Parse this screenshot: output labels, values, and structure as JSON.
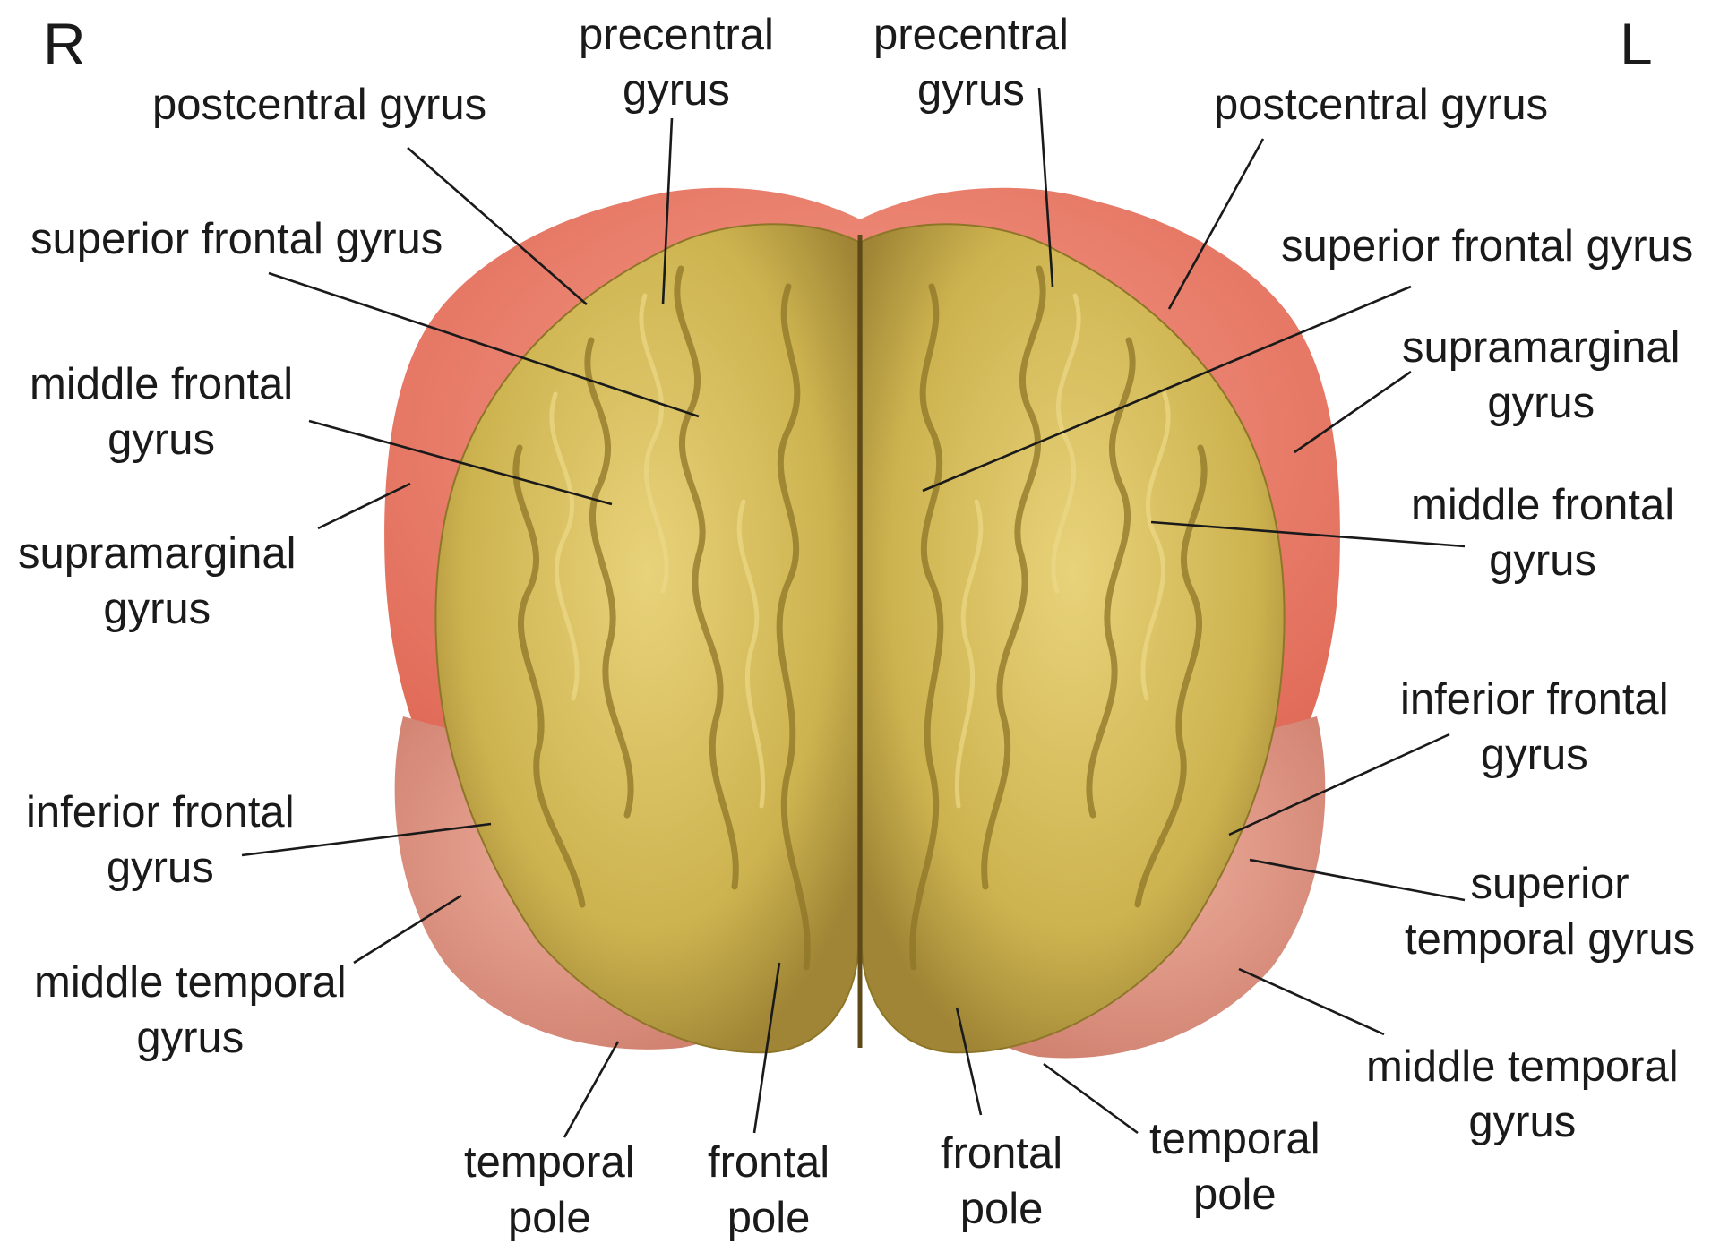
{
  "orientation": {
    "right": "R",
    "left": "L"
  },
  "labels": {
    "postcentral_r": [
      "postcentral gyrus"
    ],
    "precentral_r": [
      "precentral",
      "gyrus"
    ],
    "precentral_l": [
      "precentral",
      "gyrus"
    ],
    "postcentral_l": [
      "postcentral gyrus"
    ],
    "superior_frontal_r": [
      "superior frontal gyrus"
    ],
    "superior_frontal_l": [
      "superior frontal gyrus"
    ],
    "middle_frontal_r": [
      "middle frontal",
      "gyrus"
    ],
    "supramarginal_l": [
      "supramarginal",
      "gyrus"
    ],
    "supramarginal_r": [
      "supramarginal",
      "gyrus"
    ],
    "middle_frontal_l": [
      "middle frontal",
      "gyrus"
    ],
    "inferior_frontal_l": [
      "inferior frontal",
      "gyrus"
    ],
    "inferior_frontal_r": [
      "inferior frontal",
      "gyrus"
    ],
    "superior_temporal_l": [
      "superior",
      "temporal gyrus"
    ],
    "middle_temporal_r": [
      "middle temporal",
      "gyrus"
    ],
    "middle_temporal_l": [
      "middle temporal",
      "gyrus"
    ],
    "temporal_pole_r": [
      "temporal",
      "pole"
    ],
    "frontal_pole_r": [
      "frontal",
      "pole"
    ],
    "frontal_pole_l": [
      "frontal",
      "pole"
    ],
    "temporal_pole_l": [
      "temporal",
      "pole"
    ]
  },
  "colors": {
    "parietal": "#ec7d6a",
    "temporal": "#e49684",
    "frontal": "#cdb34f",
    "frontal_light": "#e3cc72",
    "frontal_dark": "#8e7628",
    "line": "#1a1a1a"
  }
}
